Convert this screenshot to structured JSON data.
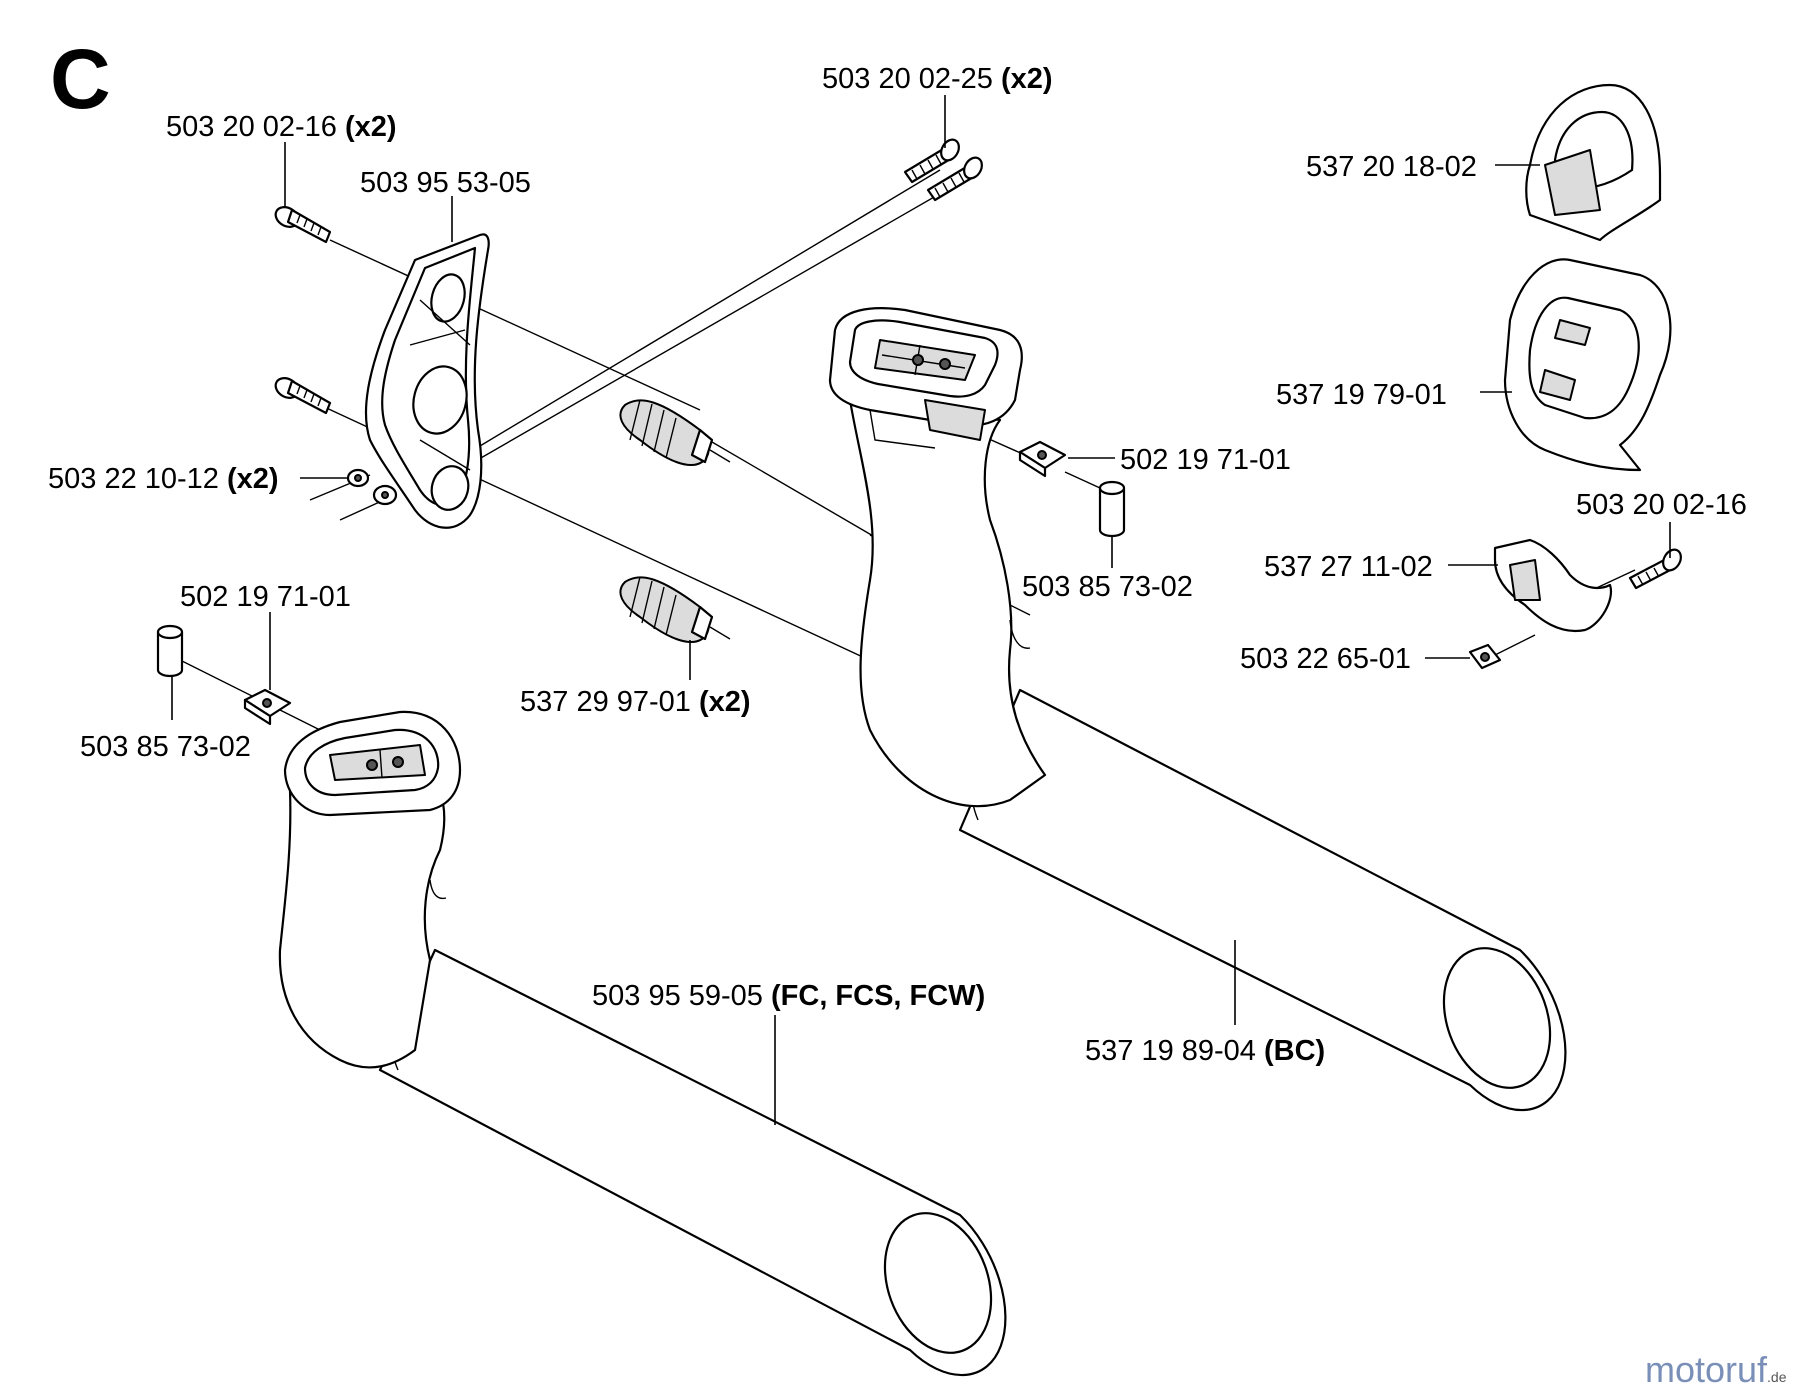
{
  "section_letter": "C",
  "labels": [
    {
      "id": "screw_top_left",
      "part": "503 20 02-16",
      "suffix": "(x2)"
    },
    {
      "id": "bracket",
      "part": "503 95 53-05",
      "suffix": ""
    },
    {
      "id": "screw_long",
      "part": "503 20 02-25",
      "suffix": "(x2)"
    },
    {
      "id": "nut_left",
      "part": "503 22 10-12",
      "suffix": "(x2)"
    },
    {
      "id": "square_nut_right",
      "part": "502 19 71-01",
      "suffix": ""
    },
    {
      "id": "spacer_right",
      "part": "503 85 73-02",
      "suffix": ""
    },
    {
      "id": "square_nut_left",
      "part": "502 19 71-01",
      "suffix": ""
    },
    {
      "id": "spacer_left",
      "part": "503 85 73-02",
      "suffix": ""
    },
    {
      "id": "damper",
      "part": "537 29 97-01",
      "suffix": "(x2)"
    },
    {
      "id": "handle_fc",
      "part": "503 95 59-05",
      "suffix": "(FC, FCS, FCW)"
    },
    {
      "id": "handle_bc",
      "part": "537 19 89-04",
      "suffix": "(BC)"
    },
    {
      "id": "cover_top",
      "part": "537 20 18-02",
      "suffix": ""
    },
    {
      "id": "cover_mid",
      "part": "537 19 79-01",
      "suffix": ""
    },
    {
      "id": "screw_right",
      "part": "503 20 02-16",
      "suffix": ""
    },
    {
      "id": "clamp",
      "part": "537 27 11-02",
      "suffix": ""
    },
    {
      "id": "nut_right",
      "part": "503 22 65-01",
      "suffix": ""
    }
  ],
  "watermark": "motoruf",
  "watermark_suffix": ".de"
}
